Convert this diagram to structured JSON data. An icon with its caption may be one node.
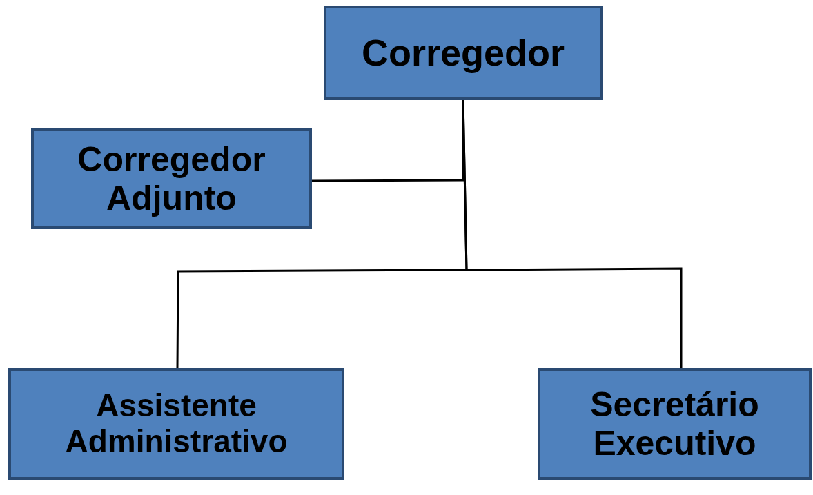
{
  "diagram": {
    "nodes": [
      {
        "text": [
          "Corregedor"
        ]
      },
      {
        "text": [
          "Corregedor Adjunto"
        ]
      },
      {
        "text": [
          "Assistente Administrativo"
        ]
      },
      {
        "text": [
          "Secretário Executivo"
        ]
      }
    ],
    "edges": [
      {
        "from": 0,
        "to": 1,
        "arrow": "none"
      },
      {
        "from": 0,
        "to": 2,
        "arrow": "none"
      },
      {
        "from": 0,
        "to": 3,
        "arrow": "none"
      }
    ]
  }
}
